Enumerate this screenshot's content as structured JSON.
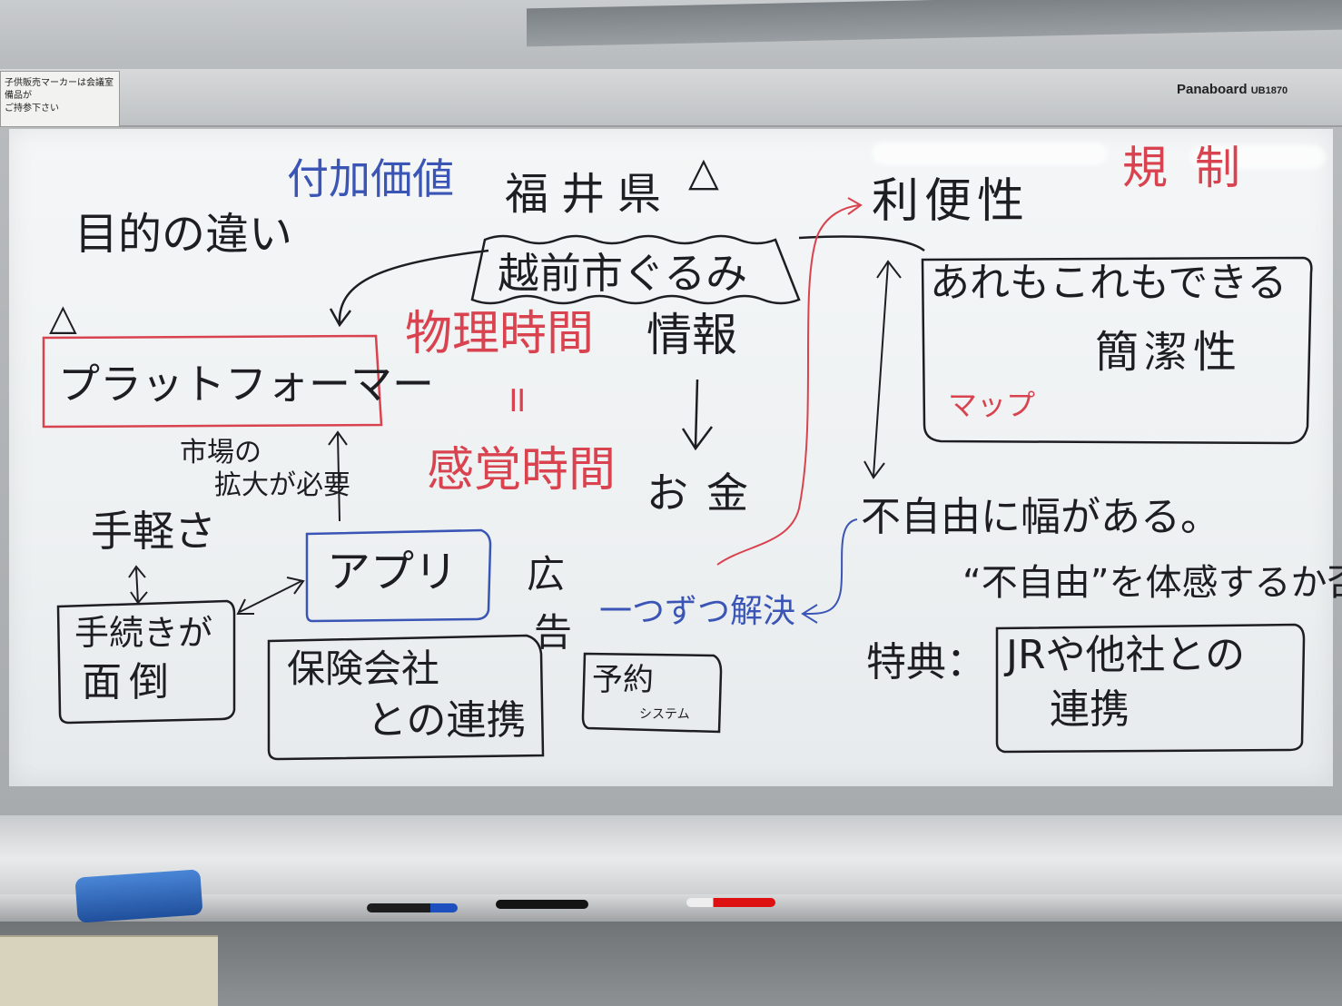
{
  "sticker": {
    "line1": "子供販売マーカーは会議室備品が",
    "line2": "ご持参下さい"
  },
  "brand": {
    "name": "Panaboard",
    "model": "UB1870"
  },
  "board": {
    "added_value": "付加価値",
    "fukui": "福井県",
    "triangle_top": "△",
    "purpose_diff": "目的の違い",
    "triangle_left": "△",
    "echizen": "越前市ぐるみ",
    "platformer": "プラットフォーマー",
    "physical_time": "物理時間",
    "info": "情報",
    "equals": "॥",
    "sensory_time": "感覚時間",
    "money": "お金",
    "market_line1": "市場の",
    "market_line2": "拡大が必要",
    "easy": "手軽さ",
    "app": "アプリ",
    "ad_line1": "広",
    "ad_line2": "告",
    "procedure_line1": "手続きが",
    "procedure_line2": "面倒",
    "insurance_line1": "保険会社",
    "insurance_line2": "との連携",
    "solve_one": "一つずつ解決",
    "reservation_line1": "予約",
    "reservation_line2": "システム",
    "convenience": "利便性",
    "regulation": "規制",
    "anything": "あれもこれもできる",
    "simplicity": "簡潔性",
    "map": "マップ",
    "range_freedom": "不自由に幅がある。",
    "experience_freedom": "“不自由”を体感するか否か",
    "perk": "特典：",
    "jr_line1": "JRや他社との",
    "jr_line2": "連携"
  },
  "colors": {
    "black_ink": "#1e1e22",
    "red_ink": "#d9434f",
    "blue_ink": "#3a55b5"
  }
}
